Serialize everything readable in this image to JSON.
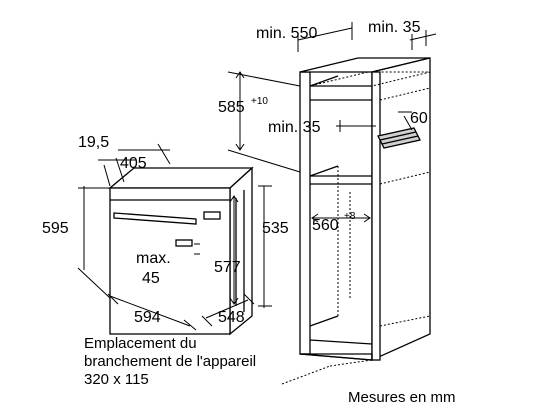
{
  "oven": {
    "dims": {
      "depth_offset": "19,5",
      "top_depth": "405",
      "height": "595",
      "body_height": "535",
      "inner_height": "577",
      "max_label": "max.",
      "max_value": "45",
      "width": "594",
      "depth": "548"
    }
  },
  "cabinet": {
    "dims": {
      "min_width_label": "min. 550",
      "min_depth_label": "min. 35",
      "niche_height": "585",
      "niche_height_tol": "+10",
      "vent_label": "min. 35",
      "vent_value": "60",
      "niche_width": "560",
      "niche_width_tol": "+8"
    }
  },
  "notes": {
    "connection_line1": "Emplacement du",
    "connection_line2": "branchement de l'appareil",
    "connection_line3": "320 x 115",
    "units": "Mesures en mm"
  }
}
